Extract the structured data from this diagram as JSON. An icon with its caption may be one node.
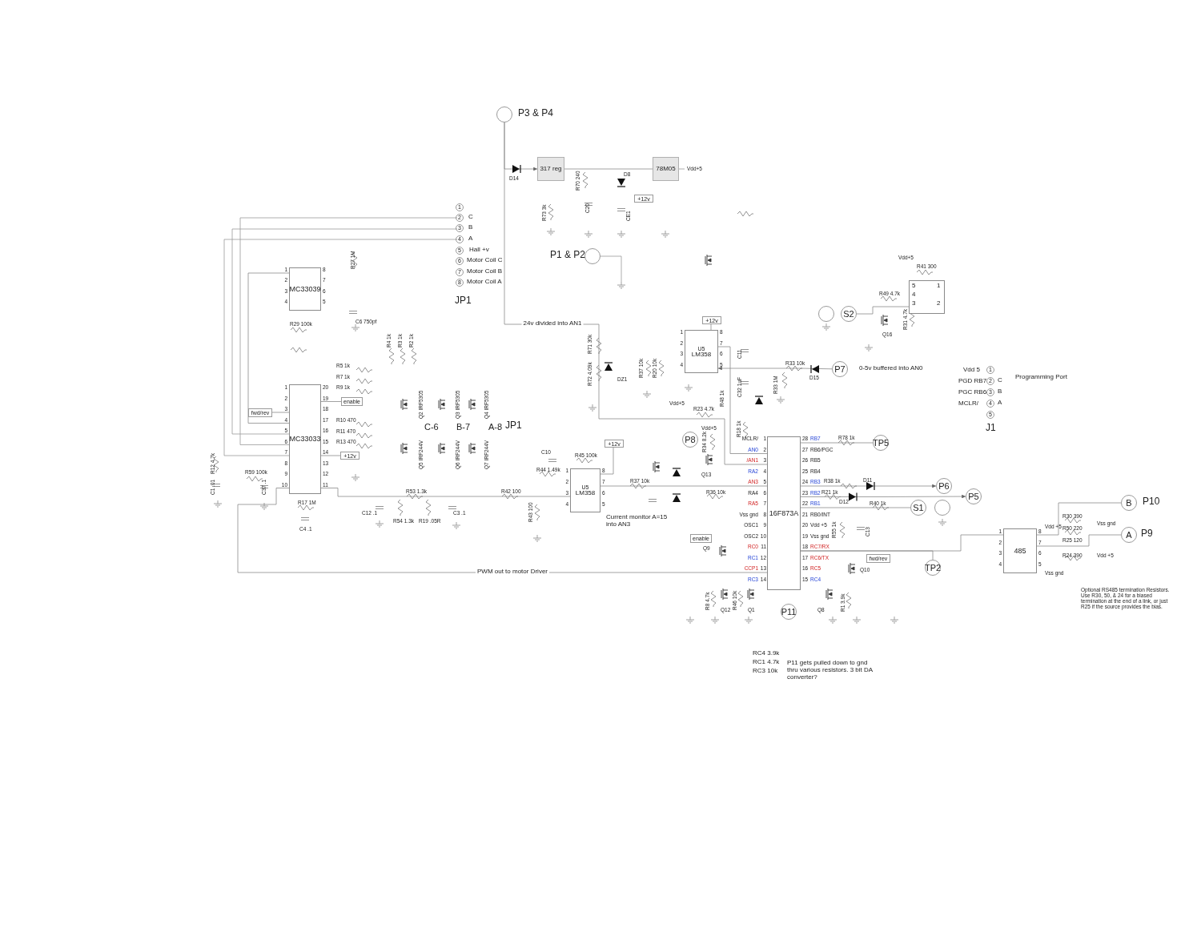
{
  "diagram": {
    "nodes": [
      {
        "text": [],
        "shape": "circle",
        "beside": [
          "P3 & P4"
        ]
      },
      {
        "text": [
          "317 reg"
        ]
      },
      {
        "text": [
          "78M05"
        ]
      },
      {
        "text": [
          "+12v"
        ]
      },
      {
        "text": [],
        "shape": "circle",
        "beside": [
          "P1 & P2"
        ]
      },
      {
        "text": [
          "MC33039"
        ]
      },
      {
        "text": [
          "MC33033"
        ]
      },
      {
        "text": [
          "enable"
        ]
      },
      {
        "text": [
          "fwd/rev"
        ]
      },
      {
        "text": [
          "+12v"
        ]
      },
      {
        "text": [
          "+12v"
        ]
      },
      {
        "text": [
          "U5",
          "LM358"
        ]
      },
      {
        "text": [
          "+12v"
        ]
      },
      {
        "text": [
          "U5",
          "LM358"
        ]
      },
      {
        "text": [
          "P8"
        ]
      },
      {
        "text": [
          "P7"
        ]
      },
      {
        "text": [],
        "shape": "circle"
      },
      {
        "text": [
          "S2"
        ]
      },
      {
        "text": [],
        "shape": "box"
      },
      {
        "text": [
          "16F873A"
        ]
      },
      {
        "text": [
          "TP5"
        ]
      },
      {
        "text": [
          "P6"
        ]
      },
      {
        "text": [
          "P5"
        ]
      },
      {
        "text": [
          "S1"
        ]
      },
      {
        "text": [],
        "shape": "circle"
      },
      {
        "text": [
          "enable"
        ]
      },
      {
        "text": [
          "fwd/rev"
        ]
      },
      {
        "text": [
          "TP2"
        ]
      },
      {
        "text": [
          "P11"
        ]
      },
      {
        "text": [
          "485"
        ]
      },
      {
        "text": [
          "B"
        ],
        "beside": [
          "P10"
        ]
      },
      {
        "text": [
          "A"
        ],
        "beside": [
          "P9"
        ]
      }
    ],
    "edges": [
      {
        "from": 0,
        "to": 1,
        "arrow": "to"
      },
      {
        "from": 1,
        "to": 2,
        "arrow": "none"
      },
      {
        "from": 0,
        "to": 19,
        "arrow": "none",
        "label": "24v divided into AN1"
      },
      {
        "from": 5,
        "to": 6,
        "arrow": "none"
      },
      {
        "from": 6,
        "to": 13,
        "arrow": "none"
      },
      {
        "from": 13,
        "to": 19,
        "arrow": "none"
      },
      {
        "from": 11,
        "to": 19,
        "arrow": "none"
      },
      {
        "from": 15,
        "to": 11,
        "arrow": "to"
      },
      {
        "from": 19,
        "to": 20,
        "arrow": "none"
      },
      {
        "from": 19,
        "to": 21,
        "arrow": "to"
      },
      {
        "from": 19,
        "to": 22,
        "arrow": "to"
      },
      {
        "from": 19,
        "to": 23,
        "arrow": "none"
      },
      {
        "from": 19,
        "to": 29,
        "arrow": "none"
      },
      {
        "from": 19,
        "to": 27,
        "arrow": "none"
      },
      {
        "from": 29,
        "to": 30,
        "arrow": "none"
      },
      {
        "from": 29,
        "to": 31,
        "arrow": "none"
      },
      {
        "from": 19,
        "to": 6,
        "arrow": "none",
        "label": "PWM out to motor Driver"
      },
      {
        "from": 17,
        "to": 18,
        "arrow": "none"
      },
      {
        "from": 7,
        "to": 6,
        "arrow": "none"
      },
      {
        "from": 8,
        "to": 6,
        "arrow": "none"
      },
      {
        "from": 9,
        "to": 6,
        "arrow": "none"
      },
      {
        "from": 10,
        "to": 11,
        "arrow": "none"
      },
      {
        "from": 12,
        "to": 13,
        "arrow": "none"
      }
    ],
    "labels": [
      "D14",
      "R70 240",
      "R73 3k",
      "C20",
      "D8",
      "CE1",
      "Vdd+5",
      "1",
      "2",
      "C",
      "3",
      "B",
      "4",
      "A",
      "5",
      "Hall +v",
      "6",
      "Motor Coil C",
      "7",
      "Motor Coil B",
      "8",
      "Motor Coil A",
      "JP1",
      "1",
      "2",
      "3",
      "4",
      "8",
      "7",
      "6",
      "5",
      "R27 1M",
      "R29 100k",
      "C6 750pf",
      "R4 1k",
      "R3 1k",
      "R2 1k",
      "R5 1k",
      "R7 1k",
      "1",
      "20",
      "R9 1k",
      "2",
      "19",
      "Q2 IRF5305",
      "Q3 IRF5305",
      "Q4 IRF5305",
      "3",
      "18",
      "4",
      "17",
      "R10 470",
      "C-6",
      "B-7",
      "A-8",
      "JP1",
      "5",
      "16",
      "R11 470",
      "6",
      "15",
      "R13 470",
      "R12 4.7k",
      "7",
      "14",
      "Q5 IRF244V",
      "Q6 IRF244V",
      "Q7 IRF244V",
      "8",
      "13",
      "R59 100k",
      "9",
      "12",
      "C1 .01",
      "C37 .1",
      "10",
      "11",
      "R17 1M",
      "C4 .1",
      "R53 1.3k",
      "C12 .1",
      "R54 1.3k",
      "R19 .05R",
      "C3 .1",
      "R42 100",
      "R43 100",
      "C10",
      "R45 100k",
      "R44 1.49k",
      "1",
      "2",
      "3",
      "4",
      "8",
      "7",
      "6",
      "5",
      "R37 10k",
      "Current monitor A=15 into AN3",
      "1",
      "2",
      "3",
      "4",
      "8",
      "7",
      "6",
      "5",
      "R37 10k",
      "R20 10k",
      "C11",
      "C32 1uF",
      "R48 1k",
      "R33 10k",
      "R33 1M",
      "D15",
      "0-5v buffered into AN0",
      "R71 30k",
      "R72 4.09k",
      "DZ1",
      "Vdd+5",
      "R23 4.7k",
      "R18 1k",
      "Vdd+5",
      "R34 8.2k",
      "Q13",
      "R36 10k",
      "1",
      "2",
      "3",
      "4",
      "5",
      "6",
      "7",
      "8",
      "9",
      "10",
      "11",
      "12",
      "13",
      "14",
      "MCLR/",
      "AN0",
      "/AN1",
      "RA2",
      "AN3",
      "RA4",
      "RA5",
      "Vss gnd",
      "OSC1",
      "OSC2",
      "RC0",
      "RC1",
      "CCP1",
      "RC3",
      "28",
      "27",
      "26",
      "25",
      "24",
      "23",
      "22",
      "21",
      "20",
      "19",
      "18",
      "17",
      "16",
      "15",
      "RB7",
      "RB6/PGC",
      "RB5",
      "RB4",
      "RB3",
      "RB2",
      "RB1",
      "RB0/INT",
      "Vdd +5",
      "Vss gnd",
      "RC7/RX",
      "RC6/TX",
      "RC5",
      "RC4",
      "R78 1k",
      "R38 1k",
      "D11",
      "R21 1k",
      "D12",
      "R40 1k",
      "R55 1k",
      "C13",
      "Q9",
      "Q10",
      "R8 4.7k",
      "Q12",
      "R46 10k",
      "Q1",
      "Q8",
      "R1 3.9k",
      "1",
      "2",
      "3",
      "4",
      "8",
      "7",
      "6",
      "5",
      "Vdd +5",
      "Vss gnd",
      "R30 390",
      "Vss gnd",
      "R50 220",
      "R25 120",
      "R24 390",
      "Vdd +5",
      "Optional RS485 termination Resistors. Use R30, 50, & 24 for a biased termination at the end of a link, or just R25 if the source provides the bias.",
      "5",
      "4",
      "3",
      "1",
      "2",
      "Vdd+5",
      "R41 300",
      "R49 4.7k",
      "R31 4.7k",
      "Q16",
      "Vdd 5",
      "1",
      "PGD RB7",
      "2",
      "C",
      "PGC RB6",
      "3",
      "B",
      "MCLR/",
      "4",
      "A",
      "5",
      "J1",
      "Programming Port",
      "RC4 3.9k",
      "RC1 4.7k",
      "RC3 10k",
      "P11 gets pulled down to gnd thru various resistors. 3 bit DA converter?"
    ]
  }
}
